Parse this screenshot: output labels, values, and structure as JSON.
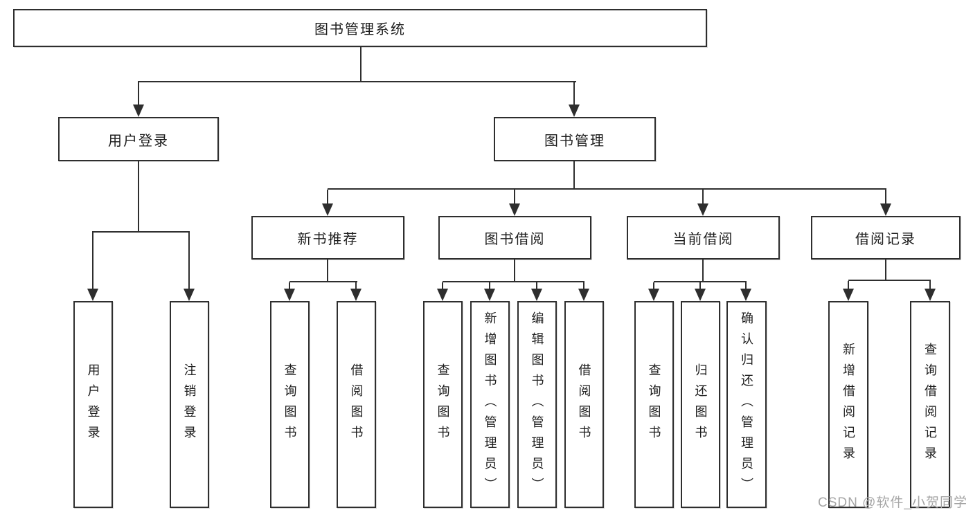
{
  "tree": {
    "label": "图书管理系统",
    "children": [
      {
        "label": "用户登录",
        "children": [
          {
            "label": "用户登录"
          },
          {
            "label": "注销登录"
          }
        ]
      },
      {
        "label": "图书管理",
        "children": [
          {
            "label": "新书推荐",
            "children": [
              {
                "label": "查询图书"
              },
              {
                "label": "借阅图书"
              }
            ]
          },
          {
            "label": "图书借阅",
            "children": [
              {
                "label": "查询图书"
              },
              {
                "label": "新增图书（管理员）"
              },
              {
                "label": "编辑图书（管理员）"
              },
              {
                "label": "借阅图书"
              }
            ]
          },
          {
            "label": "当前借阅",
            "children": [
              {
                "label": "查询图书"
              },
              {
                "label": "归还图书"
              },
              {
                "label": "确认归还（管理员）"
              }
            ]
          },
          {
            "label": "借阅记录",
            "children": [
              {
                "label": "新增借阅记录"
              },
              {
                "label": "查询借阅记录"
              }
            ]
          }
        ]
      }
    ]
  },
  "watermark": "CSDN @软件_小贺同学",
  "colors": {
    "line": "#2e2e2e",
    "text": "#1d1d1d",
    "background": "#ffffff",
    "watermark": "#a5a5a5"
  }
}
